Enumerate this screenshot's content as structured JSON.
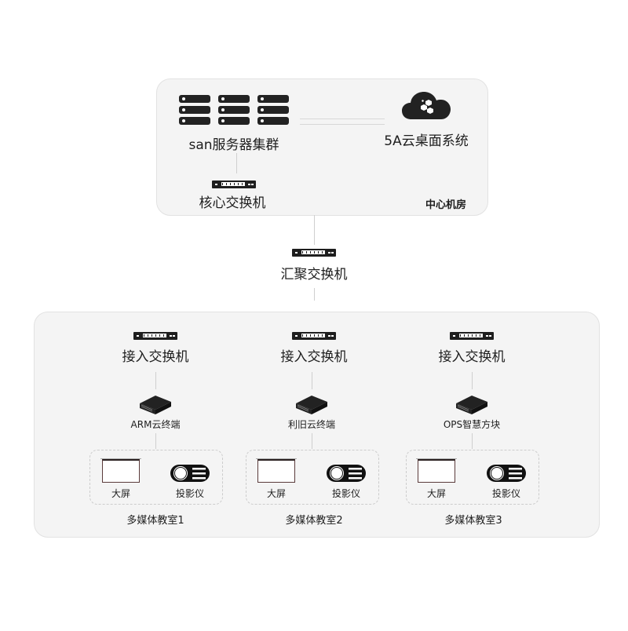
{
  "center_room": {
    "title": "中心机房",
    "server_cluster_label": "san服务器集群",
    "cloud_system_label": "5A云桌面系统",
    "core_switch_label": "核心交换机"
  },
  "aggregation_switch_label": "汇聚交换机",
  "branches": [
    {
      "access_switch_label": "接入交换机",
      "terminal_label": "ARM云终端",
      "classroom": {
        "name": "多媒体教室1",
        "screen_label": "大屏",
        "projector_label": "投影仪"
      }
    },
    {
      "access_switch_label": "接入交换机",
      "terminal_label": "利旧云终端",
      "classroom": {
        "name": "多媒体教室2",
        "screen_label": "大屏",
        "projector_label": "投影仪"
      }
    },
    {
      "access_switch_label": "接入交换机",
      "terminal_label": "OPS智慧方块",
      "classroom": {
        "name": "多媒体教室3",
        "screen_label": "大屏",
        "projector_label": "投影仪"
      }
    }
  ],
  "colors": {
    "panel_bg": "#f4f4f4",
    "panel_border": "#e2e2e2",
    "icon": "#222222",
    "line": "#cfcfcf"
  }
}
